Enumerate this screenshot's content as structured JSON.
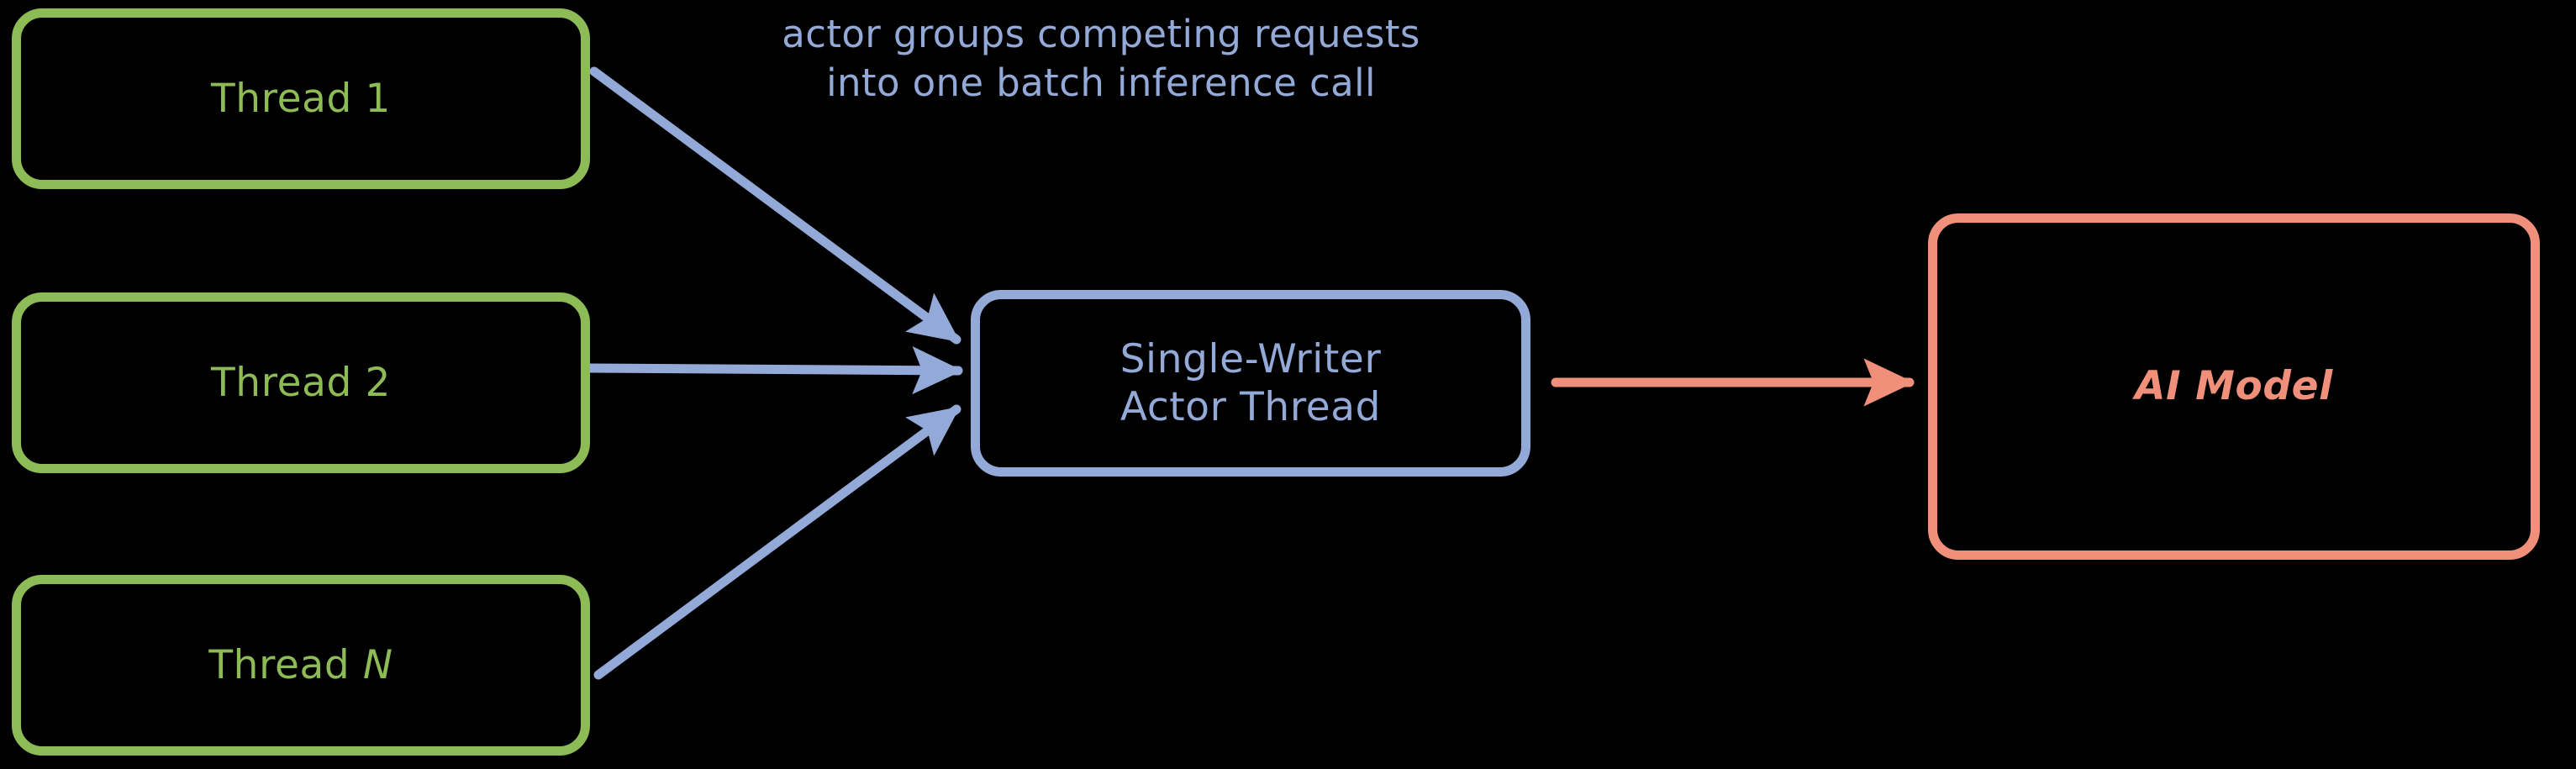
{
  "diagram": {
    "title": "Single-Writer Actor Thread batching diagram",
    "background_color": "#000000",
    "colors": {
      "thread_green": "#8DBB55",
      "actor_blue": "#93A9D7",
      "model_orange": "#F0907A"
    },
    "annotation": {
      "text": "actor groups competing requests\ninto one batch inference call",
      "color": "#93A9D7"
    },
    "nodes": [
      {
        "id": "thread-1",
        "label": "Thread 1",
        "color": "#8DBB55"
      },
      {
        "id": "thread-2",
        "label": "Thread 2",
        "color": "#8DBB55"
      },
      {
        "id": "thread-n",
        "label_prefix": "Thread ",
        "label_italic": "N",
        "label": "Thread N",
        "color": "#8DBB55"
      },
      {
        "id": "actor",
        "label": "Single-Writer\nActor Thread",
        "color": "#93A9D7"
      },
      {
        "id": "model",
        "label": "AI Model",
        "color": "#F0907A"
      }
    ],
    "edges": [
      {
        "id": "edge-thread1-actor",
        "from": "thread-1",
        "to": "actor",
        "color": "#93A9D7"
      },
      {
        "id": "edge-thread2-actor",
        "from": "thread-2",
        "to": "actor",
        "color": "#93A9D7"
      },
      {
        "id": "edge-threadn-actor",
        "from": "thread-n",
        "to": "actor",
        "color": "#93A9D7"
      },
      {
        "id": "edge-actor-model",
        "from": "actor",
        "to": "model",
        "color": "#F0907A"
      }
    ]
  }
}
